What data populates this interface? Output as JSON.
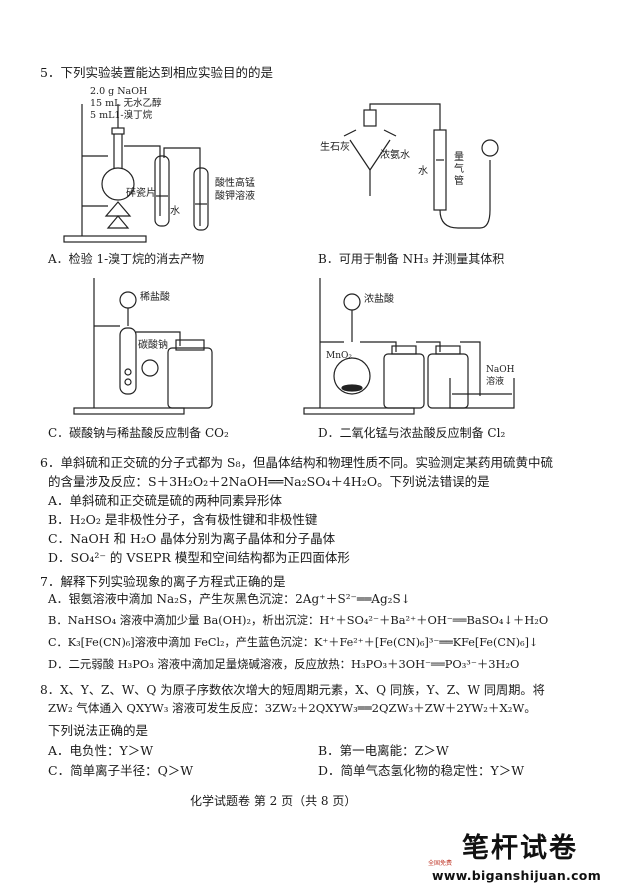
{
  "q5": {
    "stem": "5．下列实验装置能达到相应实验目的的是",
    "figA": {
      "reagents": [
        "2.0 g NaOH",
        "15 mL 无水乙醇",
        "5 mL1-溴丁烷"
      ],
      "label_chips": "碎瓷片",
      "label_water": "水",
      "label_kmno4_1": "酸性高锰",
      "label_kmno4_2": "酸钾溶液",
      "caption": "A．检验 1-溴丁烷的消去产物"
    },
    "figB": {
      "label_lime": "生石灰",
      "label_ammonia": "浓氨水",
      "label_water": "水",
      "label_burette_1": "量",
      "label_burette_2": "气",
      "label_burette_3": "管",
      "caption": "B．可用于制备 NH₃ 并测量其体积"
    },
    "figC": {
      "label_acid": "稀盐酸",
      "label_carbonate": "碳酸钠",
      "caption": "C．碳酸钠与稀盐酸反应制备 CO₂"
    },
    "figD": {
      "label_acid": "浓盐酸",
      "label_mno2": "MnO₂",
      "label_naoh_1": "NaOH",
      "label_naoh_2": "溶液",
      "caption": "D．二氧化锰与浓盐酸反应制备 Cl₂"
    }
  },
  "q6": {
    "stem_line1": "6．单斜硫和正交硫的分子式都为 S₈，但晶体结构和物理性质不同。实验测定某药用硫黄中硫",
    "stem_line2": "的含量涉及反应：S＋3H₂O₂＋2NaOH══Na₂SO₄＋4H₂O。下列说法错误的是",
    "options": [
      "A．单斜硫和正交硫是硫的两种同素异形体",
      "B．H₂O₂ 是非极性分子，含有极性键和非极性键",
      "C．NaOH 和 H₂O 晶体分别为离子晶体和分子晶体",
      "D．SO₄²⁻ 的 VSEPR 模型和空间结构都为正四面体形"
    ]
  },
  "q7": {
    "stem": "7．解释下列实验现象的离子方程式正确的是",
    "options": [
      "A．银氨溶液中滴加 Na₂S，产生灰黑色沉淀：2Ag⁺＋S²⁻══Ag₂S↓",
      "B．NaHSO₄ 溶液中滴加少量 Ba(OH)₂，析出沉淀：H⁺＋SO₄²⁻＋Ba²⁺＋OH⁻══BaSO₄↓＋H₂O",
      "C．K₃[Fe(CN)₆]溶液中滴加 FeCl₂，产生蓝色沉淀：K⁺＋Fe²⁺＋[Fe(CN)₆]³⁻══KFe[Fe(CN)₆]↓",
      "D．二元弱酸 H₃PO₃ 溶液中滴加足量烧碱溶液，反应放热：H₃PO₃＋3OH⁻══PO₃³⁻＋3H₂O"
    ]
  },
  "q8": {
    "stem_line1": "8．X、Y、Z、W、Q 为原子序数依次增大的短周期元素，X、Q 同族，Y、Z、W 同周期。将",
    "stem_line2": "ZW₂ 气体通入 QXYW₃ 溶液可发生反应：3ZW₂＋2QXYW₃══2QZW₃＋ZW＋2YW₂＋X₂W。",
    "stem_line3": "下列说法正确的是",
    "options": [
      "A．电负性：Y＞W",
      "B．第一电离能：Z＞W",
      "C．简单离子半径：Q＞W",
      "D．简单气态氢化物的稳定性：Y＞W"
    ]
  },
  "footer": "化学试题卷  第 2 页（共 8 页）",
  "watermark": {
    "brand": "笔杆试卷",
    "url": "www.biganshijuan.com",
    "tag": "全国免费"
  }
}
